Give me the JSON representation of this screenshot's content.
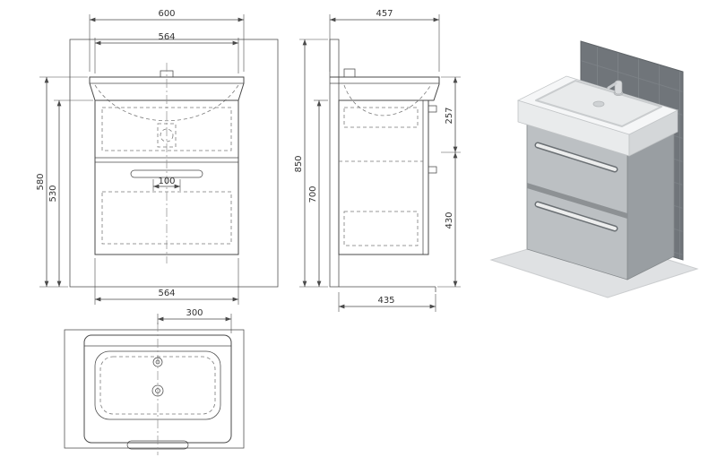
{
  "views": {
    "front": {
      "dims": {
        "total_width": "600",
        "basin_width": "564",
        "total_height": "580",
        "cabinet_height": "530",
        "handle_dim": "100",
        "cabinet_width": "564"
      }
    },
    "side": {
      "dims": {
        "total_depth": "457",
        "wall_height": "850",
        "cabinet_height": "700",
        "upper_section": "257",
        "lower_section": "430",
        "bottom_depth": "435"
      }
    },
    "top": {
      "dims": {
        "center_to_edge": "300"
      }
    }
  },
  "colors": {
    "line": "#4a4a4a",
    "hidden_line": "#7a7a7a",
    "panel_dark": "#70757a",
    "panel_grid": "#7e8489",
    "cabinet_front": "#bcc0c3",
    "cabinet_side": "#999ea2",
    "drawer_gap": "#8d9194",
    "handle_chrome": "#eceded",
    "basin_white": "#f5f6f7",
    "basin_bowl": "#e8eaeb",
    "floor": "#dfe1e3"
  }
}
